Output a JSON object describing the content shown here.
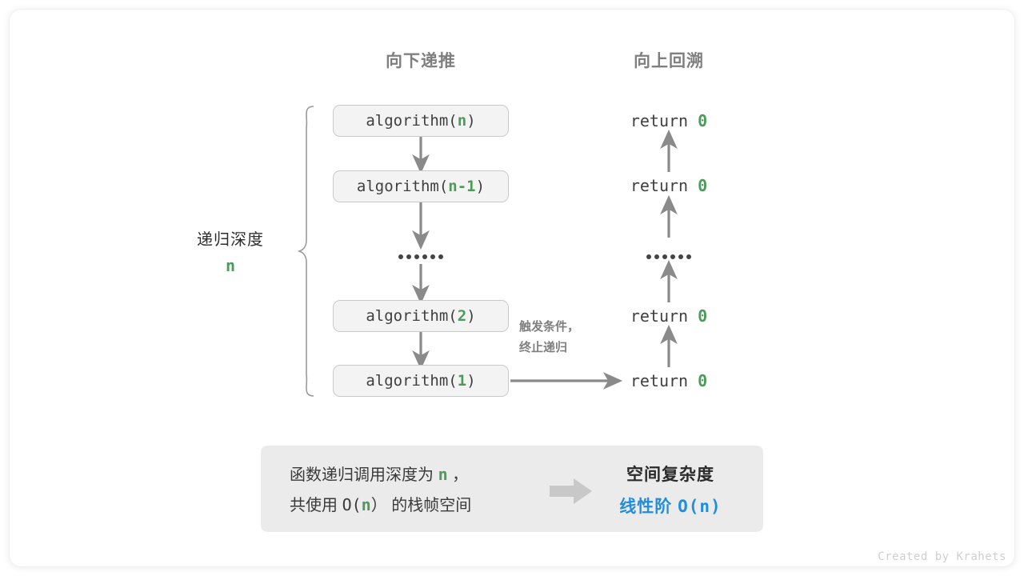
{
  "headers": {
    "left": "向下递推",
    "right": "向上回溯"
  },
  "depth": {
    "label": "递归深度",
    "value": "n"
  },
  "calls": [
    {
      "prefix": "algorithm(",
      "arg": "n",
      "suffix": ")"
    },
    {
      "prefix": "algorithm(",
      "arg": "n-1",
      "suffix": ")"
    },
    {
      "prefix": "algorithm(",
      "arg": "2",
      "suffix": ")"
    },
    {
      "prefix": "algorithm(",
      "arg": "1",
      "suffix": ")"
    }
  ],
  "returns": [
    {
      "text": "return ",
      "zero": "0"
    },
    {
      "text": "return ",
      "zero": "0"
    },
    {
      "text": "return ",
      "zero": "0"
    },
    {
      "text": "return ",
      "zero": "0"
    }
  ],
  "ellipsis": {
    "count": 6
  },
  "note": {
    "line1": "触发条件，",
    "line2": "终止递归"
  },
  "summary": {
    "left_line1_a": "函数递归调用深度为",
    "left_line1_n": "n",
    "left_line1_b": "，",
    "left_line2_a": "共使用",
    "left_line2_o": "O(",
    "left_line2_n": "n",
    "left_line2_c": "）",
    "left_line2_b": "的栈帧空间",
    "right_line1": "空间复杂度",
    "right_line2_a": "线性阶",
    "right_line2_b": "O(n)",
    "arrow_icon": "right-block-arrow"
  },
  "footer": "Created by Krahets",
  "colors": {
    "green": "#4d9a5a",
    "blue": "#1f8fdc",
    "gray_text": "#7f7f7f",
    "box_fill": "#f3f3f3",
    "box_border": "#c9c9c9",
    "panel_fill": "#ebebeb",
    "arrow": "#8a8a8a"
  }
}
